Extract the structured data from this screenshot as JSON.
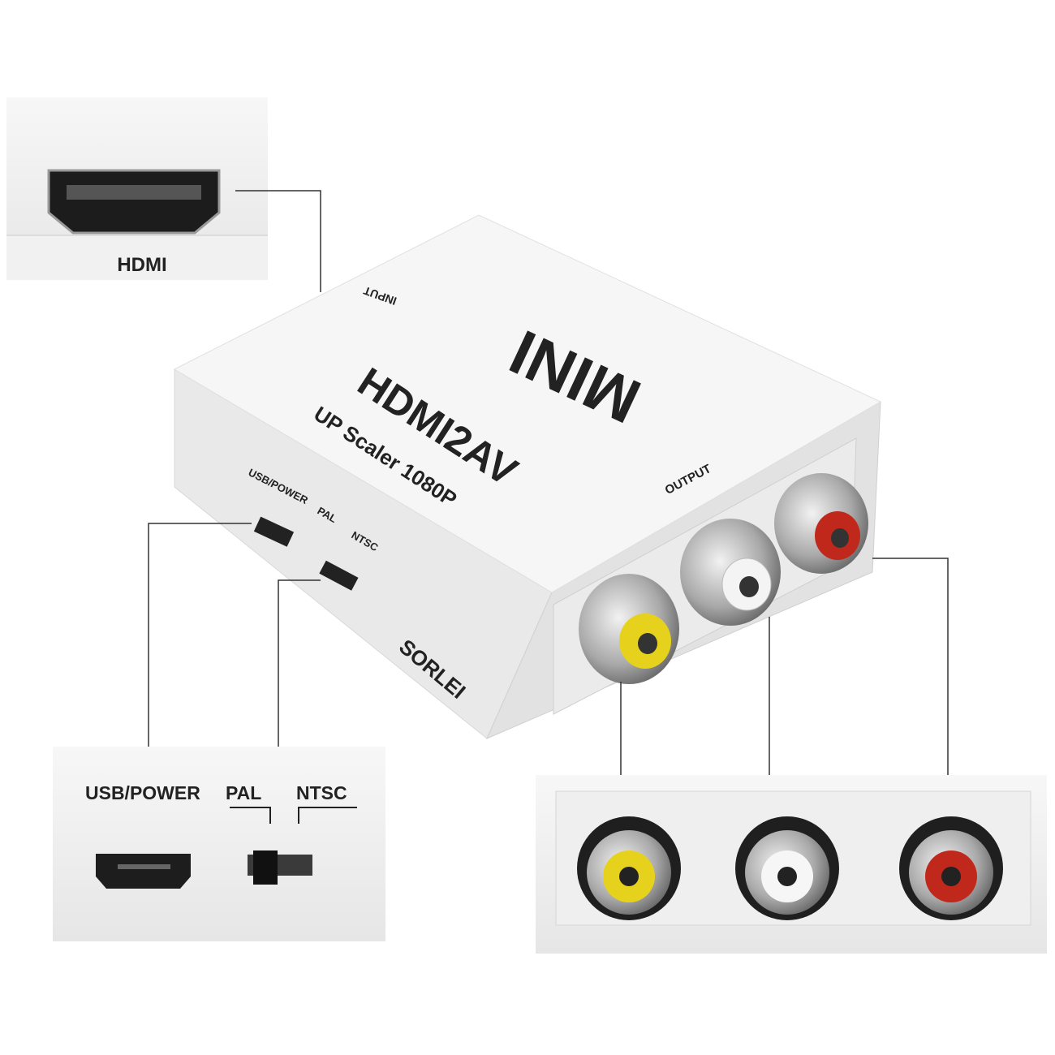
{
  "callouts": {
    "hdmi_panel": {
      "label": "HDMI"
    },
    "power_panel": {
      "usb_label": "USB/POWER",
      "pal_label": "PAL",
      "ntsc_label": "NTSC"
    }
  },
  "device": {
    "input_label": "INPUT",
    "mini_label": "MINI",
    "model": "HDMI2AV",
    "subtitle": "UP Scaler 1080P",
    "output_label": "OUTPUT",
    "usb_label": "USB/POWER",
    "pal_label": "PAL",
    "ntsc_label": "NTSC",
    "brand": "SORLEI"
  },
  "colors": {
    "yellow": "#e6d21c",
    "white": "#f4f4f4",
    "red": "#c0281c",
    "body": "#f3f3f3"
  }
}
